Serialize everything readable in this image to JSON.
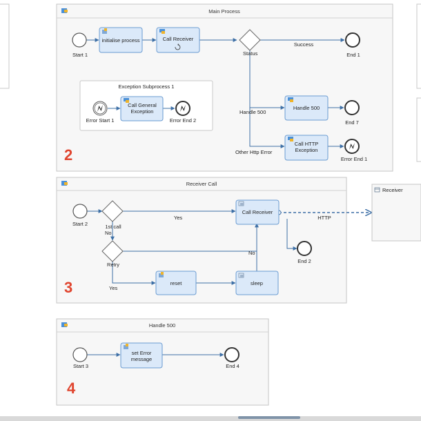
{
  "pools": {
    "main": {
      "title": "Main Process",
      "number": "2",
      "start": "Start 1",
      "task_init": "initialise process",
      "task_call_receiver": "Call Receiver",
      "gateway_status": "Status",
      "edge_success": "Success",
      "end1": "End 1",
      "edge_handle500": "Handle 500",
      "task_handle500": "Handle 500",
      "end7": "End 7",
      "edge_other_http": "Other Http Error",
      "task_http_exception_line1": "Call HTTP",
      "task_http_exception_line2": "Exception",
      "error_end1": "Error End 1",
      "subprocess": {
        "title": "Exception Subprocess 1",
        "error_start": "Error Start 1",
        "task_line1": "Call General",
        "task_line2": "Exception",
        "error_end": "Error End 2"
      }
    },
    "receiver_call": {
      "title": "Receiver Call",
      "number": "3",
      "start": "Start 2",
      "gateway_first": "1st call",
      "edge_yes": "Yes",
      "edge_no": "No",
      "task_call_receiver": "Call Receiver",
      "edge_http": "HTTP",
      "gateway_retry": "Retry",
      "edge_no2": "No",
      "end2": "End 2",
      "edge_yes2": "Yes",
      "task_reset": "reset",
      "task_sleep": "sleep"
    },
    "handle500": {
      "title": "Handle 500",
      "number": "4",
      "start": "Start 3",
      "task_line1": "set Error",
      "task_line2": "message",
      "end": "End 4"
    }
  },
  "participant": {
    "title": "Receiver"
  },
  "colors": {
    "task_fill": "#dbe9f9",
    "task_stroke": "#6a9bd1",
    "flow": "#3d6fa6",
    "accent_number": "#e0452f"
  }
}
